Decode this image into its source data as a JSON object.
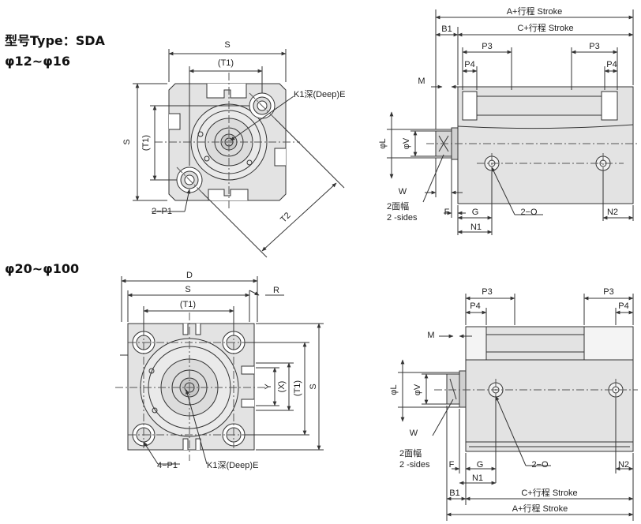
{
  "headers": {
    "model": "型号Type：SDA",
    "size_small": "φ12~φ16",
    "size_large": "φ20~φ100"
  },
  "labels": {
    "S": "S",
    "T1": "(T1)",
    "T2": "T2",
    "D": "D",
    "R": "R",
    "X": "(X)",
    "Y": "Y",
    "P1_two": "2−P1",
    "P1_four": "4−P1",
    "K1": "K1深(Deep)E",
    "A": "A+行程 Stroke",
    "C": "C+行程 Stroke",
    "B1": "B1",
    "P3": "P3",
    "P4": "P4",
    "M": "M",
    "L": "φL",
    "V": "φV",
    "W": "W",
    "sides_cn": "2面幅",
    "sides_en": "2 -sides",
    "F": "F",
    "G": "G",
    "N1": "N1",
    "O": "2−O",
    "N2": "N2"
  },
  "colors": {
    "body_fill": "#e3e3e3",
    "line": "#333333",
    "centerline": "#555555"
  }
}
